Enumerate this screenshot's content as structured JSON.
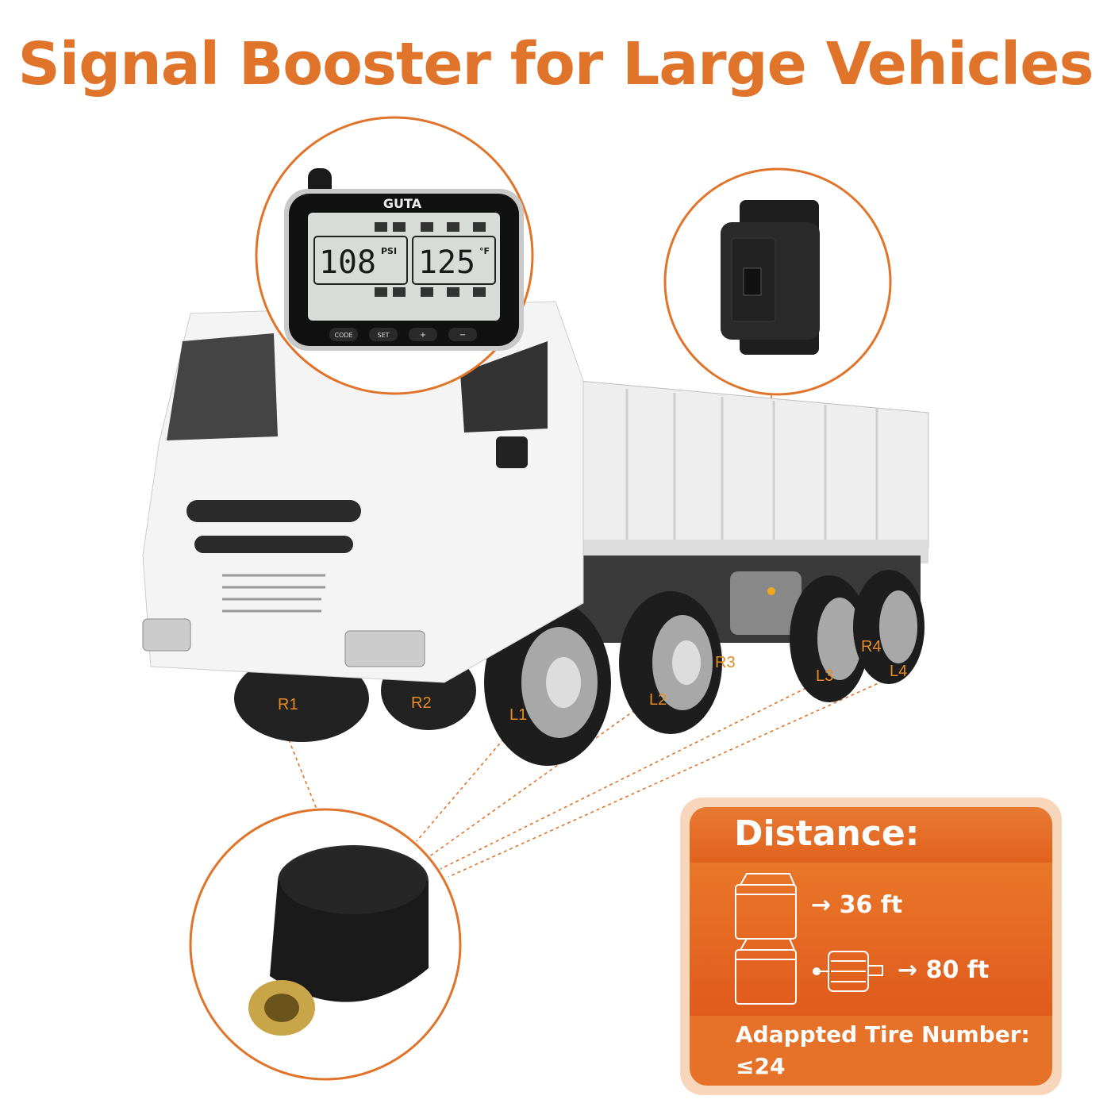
{
  "title": "Signal Booster for Large Vehicles",
  "monitor": {
    "brand": "GUTA",
    "pressure": "108",
    "pressure_unit": "PSI",
    "temperature": "125",
    "temperature_unit": "°F",
    "buttons": [
      "CODE",
      "SET",
      "+",
      "−"
    ]
  },
  "tire_labels": [
    "R1",
    "R2",
    "L1",
    "L2",
    "R3",
    "L3",
    "R4",
    "L4"
  ],
  "distance": {
    "heading": "Distance:",
    "without_booster": "→  36 ft",
    "with_booster": "→  80 ft",
    "tire_number_label": "Adappted Tire Number:",
    "tire_number_value": "≤24"
  },
  "colors": {
    "accent": "#E0742A",
    "panel": "#E6722A",
    "panel_border": "#F7D6BC"
  }
}
